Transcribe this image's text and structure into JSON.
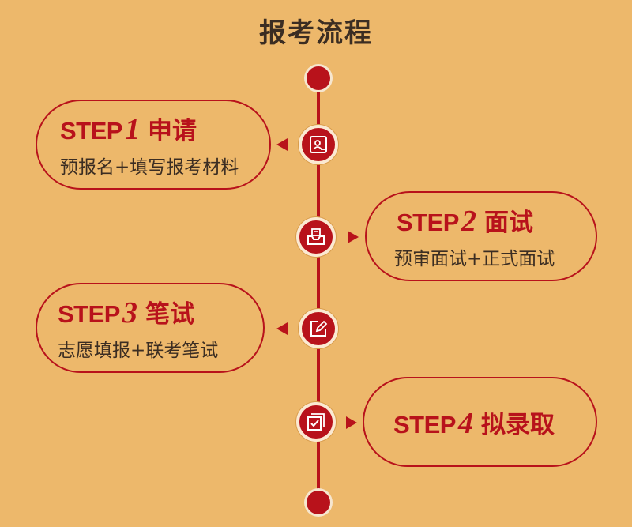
{
  "title": "报考流程",
  "colors": {
    "background": "#EDB86B",
    "accent": "#B8121B",
    "text": "#3b2d22"
  },
  "steps": [
    {
      "step_label": "STEP",
      "number": "1",
      "name": "申请",
      "desc": "预报名+填写报考材料",
      "icon": "id-card-icon",
      "side": "left"
    },
    {
      "step_label": "STEP",
      "number": "2",
      "name": "面试",
      "desc": "预审面试+正式面试",
      "icon": "inbox-tray-icon",
      "side": "right"
    },
    {
      "step_label": "STEP",
      "number": "3",
      "name": "笔试",
      "desc": "志愿填报+联考笔试",
      "icon": "edit-pen-icon",
      "side": "left"
    },
    {
      "step_label": "STEP",
      "number": "4",
      "name": "拟录取",
      "desc": "",
      "icon": "checklist-icon",
      "side": "right"
    }
  ]
}
